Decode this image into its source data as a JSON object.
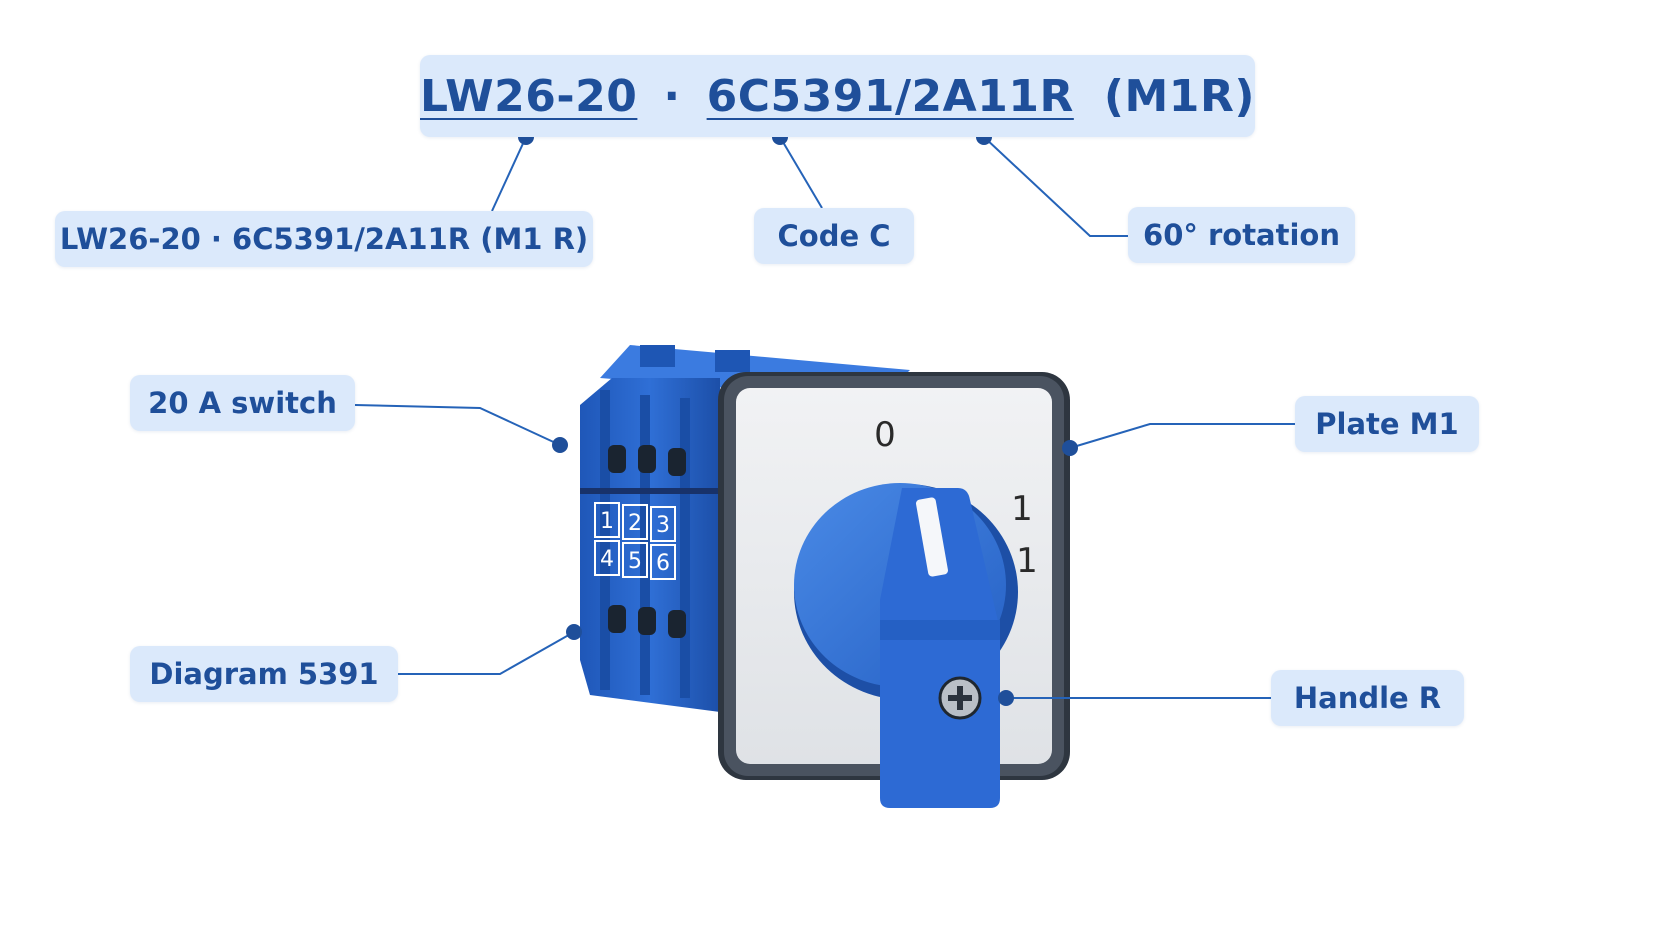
{
  "title": {
    "series": "LW26-20",
    "separator": "·",
    "code": "6C5391/2A11R",
    "suffix_plate": "(M1",
    "suffix_handle": "R)"
  },
  "callouts": {
    "model": "LW26-20 · 6C5391/2A11R (M1 R)",
    "code": "Code C",
    "rotation": "60° rotation",
    "rating": "20 A switch",
    "plate": "Plate M1",
    "diagram": "Diagram 5391",
    "handle": "Handle R"
  },
  "faceplate": {
    "positions": [
      "0",
      "1",
      "1"
    ]
  },
  "terminals": {
    "numbers": [
      "1",
      "2",
      "3",
      "4",
      "5",
      "6"
    ]
  },
  "colors": {
    "callout_bg": "#dbe9fb",
    "callout_text": "#1f4f9a",
    "leader_line": "#2563b8",
    "switch_blue": "#2f6fd6",
    "switch_blue_dark": "#1c4fa8",
    "plate_face": "#e9ebee",
    "plate_rim": "#3a4350"
  }
}
